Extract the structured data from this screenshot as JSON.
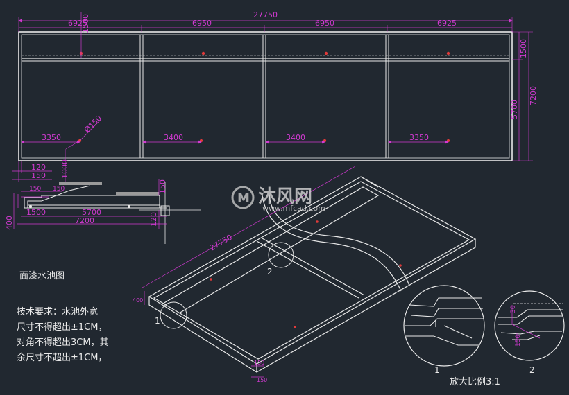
{
  "top_view": {
    "overall": "27750",
    "segments": [
      "6925",
      "6950",
      "6950",
      "6925"
    ],
    "upper_dim": "1500",
    "width_right": "7200",
    "inner_right": "5700",
    "inner_right2": "1500",
    "lower_dims": [
      "3350",
      "3400",
      "3400",
      "3350"
    ],
    "pipe": "Ø150",
    "left_small": [
      "120",
      "150"
    ],
    "left_vert": "1000"
  },
  "section": {
    "dims_top": [
      "150",
      "150"
    ],
    "dim_right": "150",
    "dim_right2": "120",
    "bottom_1": "1500",
    "bottom_2": "5700",
    "bottom_3": "7200",
    "left_vert": "400"
  },
  "iso": {
    "length": "27750",
    "height": "400",
    "corner_dims": [
      "150",
      "150"
    ],
    "callout_1": "1",
    "callout_2": "2"
  },
  "detail": {
    "label_1": "1",
    "label_2": "2",
    "dim_30": "30",
    "dim_150": "150",
    "scale": "放大比例3:1"
  },
  "texts": {
    "title": "面漆水池图",
    "req_1": "技术要求：水池外宽",
    "req_2": "尺寸不得超出±1CM，",
    "req_3": "对角不得超出3CM，其",
    "req_4": "余尺寸不超出±1CM，"
  },
  "watermark": {
    "cn": "沐风网",
    "url": "www.mfcad.com"
  },
  "colors": {
    "background": "#212830",
    "dimension": "#d23ad2",
    "outline": "#e9e9e9",
    "marker": "#e03a3a"
  }
}
